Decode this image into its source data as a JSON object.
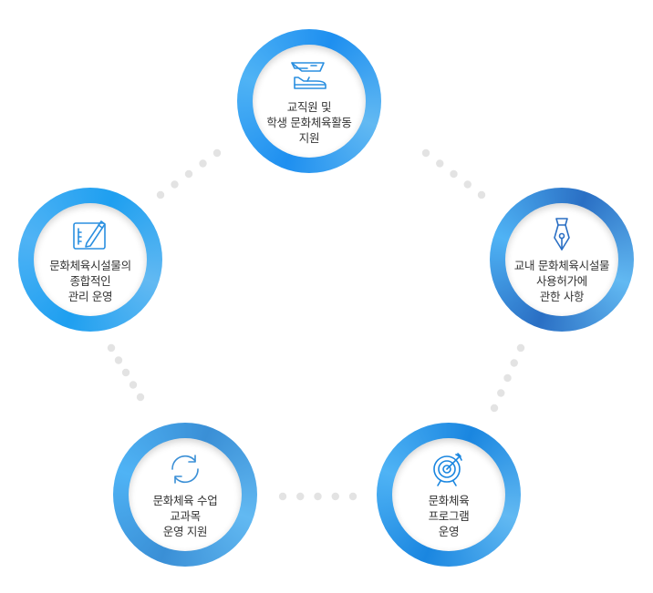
{
  "diagram": {
    "nodes": [
      {
        "id": "top",
        "icon": "sneakers-icon",
        "lines": [
          "교직원 및",
          "학생 문화체육활동",
          "지원"
        ],
        "color": "#1e8ff0"
      },
      {
        "id": "left",
        "icon": "tablet-pen-icon",
        "lines": [
          "문화체육시설물의",
          "종합적인",
          "관리 운영"
        ],
        "color": "#1e9ff0"
      },
      {
        "id": "right",
        "icon": "pen-nib-icon",
        "lines": [
          "교내 문화체육시설물",
          "사용허가에",
          "관한 사항"
        ],
        "color": "#2a6fc4"
      },
      {
        "id": "bottom-left",
        "icon": "refresh-icon",
        "lines": [
          "문화체육 수업",
          "교과목",
          "운영 지원"
        ],
        "color": "#3a8fd6"
      },
      {
        "id": "bottom-right",
        "icon": "target-icon",
        "lines": [
          "문화체육",
          "프로그램",
          "운영"
        ],
        "color": "#1a86e0"
      }
    ]
  }
}
